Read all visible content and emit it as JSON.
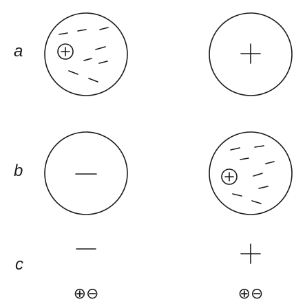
{
  "labels": {
    "a": "a",
    "b": "b",
    "c": "c"
  },
  "pairs": {
    "left": "⊕⊖",
    "right": "⊕⊖"
  },
  "colors": {
    "ink": "#1a1a1a",
    "background": "#ffffff"
  },
  "icons": {
    "positive_charge": "plus-sign",
    "negative_charge": "minus-sign",
    "circled_positive": "circled-plus"
  }
}
